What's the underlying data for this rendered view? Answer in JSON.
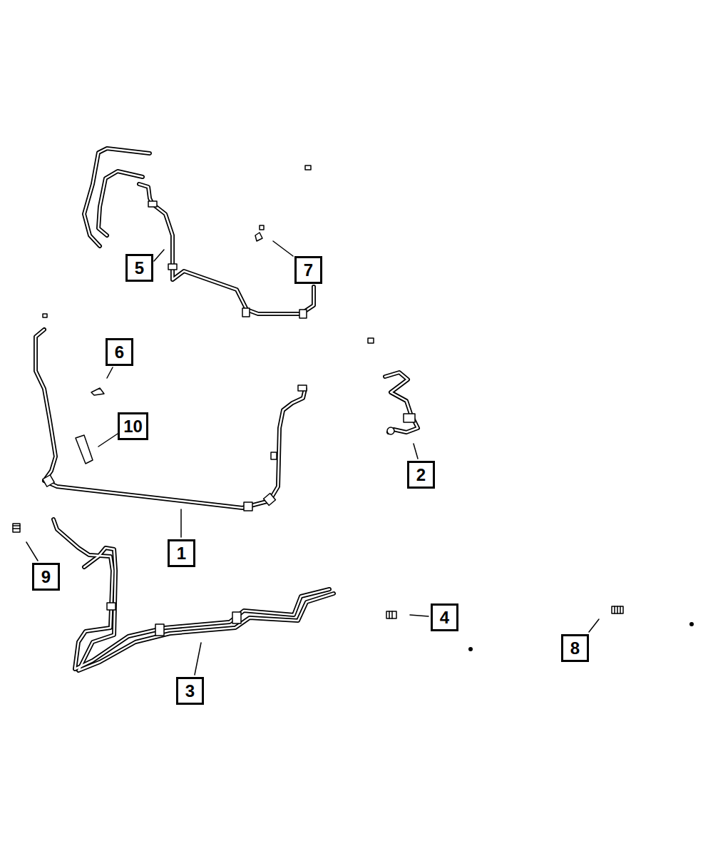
{
  "diagram": {
    "nodes": [
      {
        "text": [
          "5"
        ]
      },
      {
        "text": [
          "7"
        ]
      },
      {
        "text": [
          "6"
        ]
      },
      {
        "text": [
          "10"
        ]
      },
      {
        "text": [
          "2"
        ]
      },
      {
        "text": [
          "1"
        ]
      },
      {
        "text": [
          "9"
        ]
      },
      {
        "text": [
          "4"
        ]
      },
      {
        "text": [
          "8"
        ]
      },
      {
        "text": [
          "3"
        ]
      }
    ]
  }
}
